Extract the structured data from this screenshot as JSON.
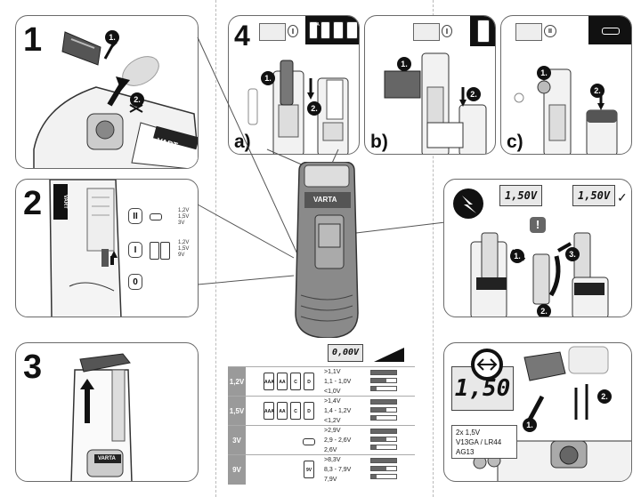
{
  "steps": {
    "s1": "1",
    "s2": "2",
    "s3": "3",
    "s4": "4"
  },
  "marks": {
    "m1": "1.",
    "m2": "2.",
    "m3": "3."
  },
  "brand": {
    "name": "VARTA",
    "partial": "VART"
  },
  "panel2": {
    "pos_ii": "II",
    "pos_i": "I",
    "pos_0": "0",
    "volt_ii": [
      "1,2V",
      "1,5V",
      "3V"
    ],
    "volt_i": [
      "1,2V",
      "1,5V",
      "9V"
    ]
  },
  "panel4": {
    "sub_a": "a)",
    "sub_b": "b)",
    "sub_c": "c)",
    "sel_i": "I",
    "sel_ii": "II",
    "box_9v": "9V",
    "box_cells": [
      "AAA",
      "AA",
      "C",
      "D"
    ]
  },
  "panel5": {
    "lcd_left": "1,50V",
    "lcd_right": "1,50V",
    "warn": "!"
  },
  "table": {
    "lcd": "0,00V",
    "rows": [
      {
        "volt": "1,2V",
        "cond": [
          ">1,1V",
          "1,1 - 1,0V",
          "<1,0V"
        ],
        "fill": [
          1,
          0.6,
          0.2
        ],
        "cells": [
          "AAA",
          "AA",
          "C",
          "D"
        ]
      },
      {
        "volt": "1,5V",
        "cond": [
          ">1,4V",
          "1,4 - 1,2V",
          "<1,2V"
        ],
        "fill": [
          1,
          0.6,
          0.2
        ],
        "cells": [
          "AAA",
          "AA",
          "C",
          "D"
        ]
      },
      {
        "volt": "3V",
        "cond": [
          ">2,9V",
          "2,9 - 2,6V",
          "2,6V"
        ],
        "fill": [
          1,
          0.6,
          0.2
        ],
        "cells": []
      },
      {
        "volt": "9V",
        "cond": [
          ">8,3V",
          "8,3 - 7,9V",
          "7,9V"
        ],
        "fill": [
          1,
          0.6,
          0.2
        ],
        "cells": [
          "9V"
        ]
      }
    ]
  },
  "panel6": {
    "lcd": "1,50",
    "spec": [
      "2x 1,5V",
      "V13GA / LR44",
      "AG13"
    ]
  },
  "colors": {
    "ink": "#111111",
    "body_grey": "#8a8a8a",
    "panel_border": "#6a6a6a"
  }
}
